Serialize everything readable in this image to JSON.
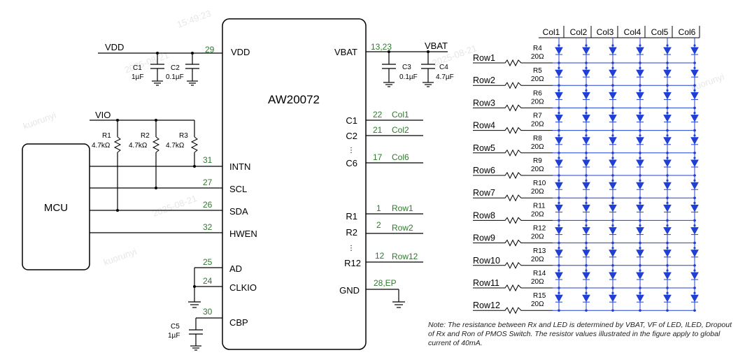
{
  "chip": {
    "name": "AW20072"
  },
  "mcu": {
    "label": "MCU"
  },
  "rails": {
    "vdd": "VDD",
    "vbat": "VBAT",
    "vio": "VIO"
  },
  "left_pins": [
    {
      "name": "VDD",
      "num": "29"
    },
    {
      "name": "INTN",
      "num": "31"
    },
    {
      "name": "SCL",
      "num": "27"
    },
    {
      "name": "SDA",
      "num": "26"
    },
    {
      "name": "HWEN",
      "num": "32"
    },
    {
      "name": "AD",
      "num": "25"
    },
    {
      "name": "CLKIO",
      "num": "24"
    },
    {
      "name": "CBP",
      "num": "30"
    }
  ],
  "right_pins": [
    {
      "name": "VBAT",
      "num": "13,23",
      "net": ""
    },
    {
      "name": "C1",
      "num": "22",
      "net": "Col1"
    },
    {
      "name": "C2",
      "num": "21",
      "net": "Col2"
    },
    {
      "name": "C6",
      "num": "17",
      "net": "Col6"
    },
    {
      "name": "R1",
      "num": "1",
      "net": "Row1"
    },
    {
      "name": "R2",
      "num": "2",
      "net": "Row2"
    },
    {
      "name": "R12",
      "num": "12",
      "net": "Row12"
    },
    {
      "name": "GND",
      "num": "28,EP",
      "net": ""
    }
  ],
  "ellipsis": "⋮",
  "capacitors": [
    {
      "ref": "C1",
      "value": "1µF"
    },
    {
      "ref": "C2",
      "value": "0.1µF"
    },
    {
      "ref": "C3",
      "value": "0.1µF"
    },
    {
      "ref": "C4",
      "value": "4.7µF"
    },
    {
      "ref": "C5",
      "value": "1µF"
    }
  ],
  "pullups": [
    {
      "ref": "R1",
      "value": "4.7kΩ"
    },
    {
      "ref": "R2",
      "value": "4.7kΩ"
    },
    {
      "ref": "R3",
      "value": "4.7kΩ"
    }
  ],
  "matrix": {
    "columns": [
      "Col1",
      "Col2",
      "Col3",
      "Col4",
      "Col5",
      "Col6"
    ],
    "rows": [
      {
        "name": "Row1",
        "ref": "R4",
        "value": "20Ω"
      },
      {
        "name": "Row2",
        "ref": "R5",
        "value": "20Ω"
      },
      {
        "name": "Row3",
        "ref": "R6",
        "value": "20Ω"
      },
      {
        "name": "Row4",
        "ref": "R7",
        "value": "20Ω"
      },
      {
        "name": "Row5",
        "ref": "R8",
        "value": "20Ω"
      },
      {
        "name": "Row6",
        "ref": "R9",
        "value": "20Ω"
      },
      {
        "name": "Row7",
        "ref": "R10",
        "value": "20Ω"
      },
      {
        "name": "Row8",
        "ref": "R11",
        "value": "20Ω"
      },
      {
        "name": "Row9",
        "ref": "R12",
        "value": "20Ω"
      },
      {
        "name": "Row10",
        "ref": "R13",
        "value": "20Ω"
      },
      {
        "name": "Row11",
        "ref": "R14",
        "value": "20Ω"
      },
      {
        "name": "Row12",
        "ref": "R15",
        "value": "20Ω"
      }
    ]
  },
  "note": "Note: The resistance between Rx and LED is determined by VBAT, VF of LED, ILED, Dropout of Rx and Ron of PMOS Switch. The resistor values illustrated in the figure apply to global current of 40mA.",
  "watermarks": [
    "15:49:23",
    "2025-08-21",
    "kuorunyi",
    "15:49:23",
    "2025-08-21",
    "kuorunyi",
    "15:49:23",
    "2025-08-21",
    "kuorunyi"
  ]
}
